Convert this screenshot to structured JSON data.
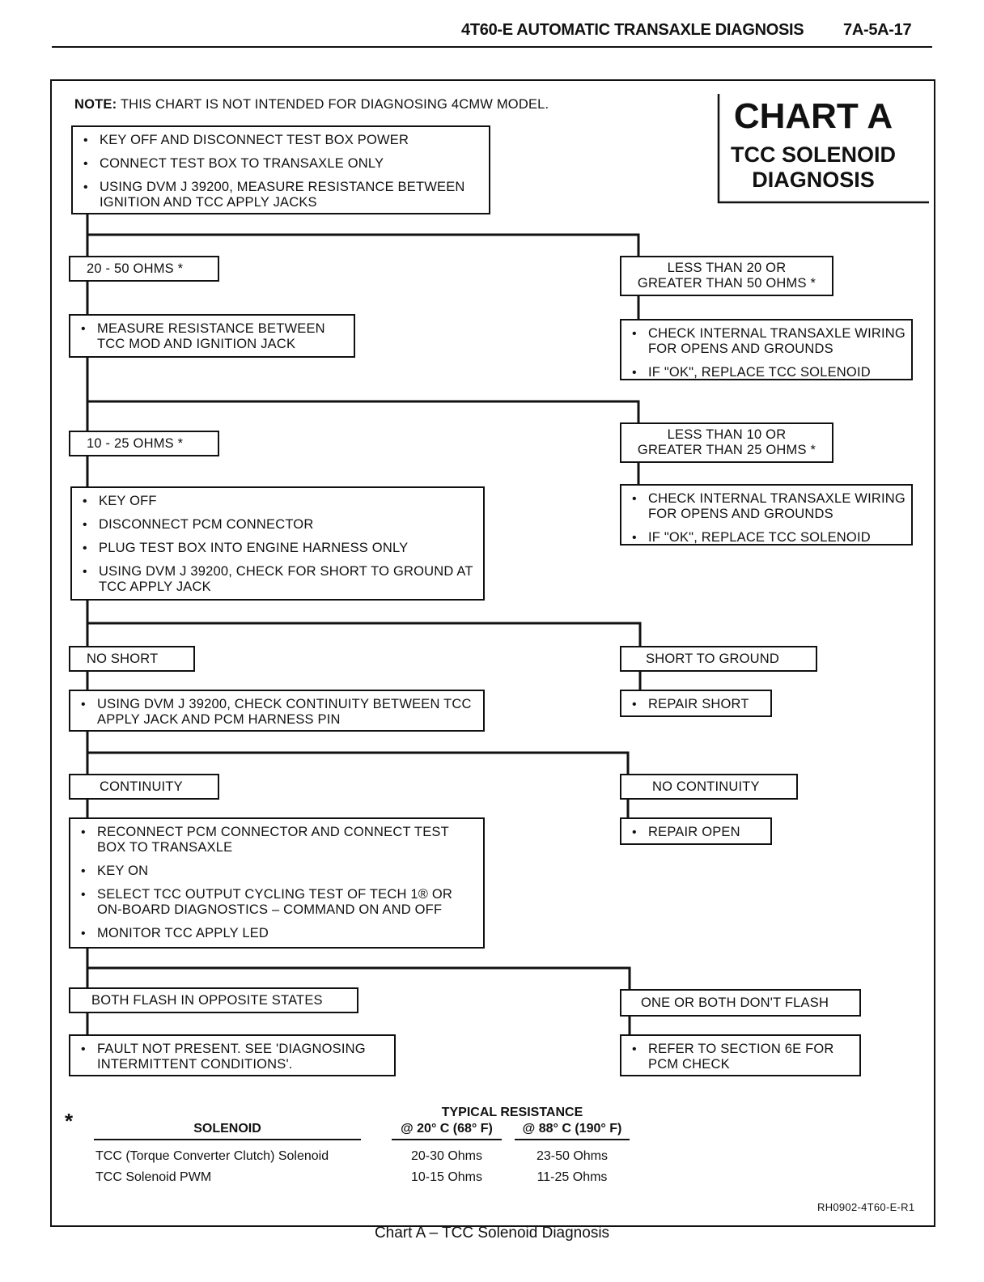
{
  "header": {
    "title": "4T60-E AUTOMATIC TRANSAXLE DIAGNOSIS",
    "page": "7A-5A-17"
  },
  "note": {
    "label": "NOTE:",
    "text": "THIS CHART IS NOT INTENDED FOR DIAGNOSING 4CMW MODEL."
  },
  "chart": {
    "title": "CHART A",
    "subtitle_1": "TCC SOLENOID",
    "subtitle_2": "DIAGNOSIS"
  },
  "steps": {
    "s1": [
      "KEY OFF AND DISCONNECT TEST BOX POWER",
      "CONNECT TEST BOX TO TRANSAXLE ONLY",
      "USING DVM J 39200, MEASURE RESISTANCE BETWEEN IGNITION AND TCC APPLY JACKS"
    ],
    "r1_left": "20 - 50 OHMS *",
    "r1_right_1": "LESS THAN 20 OR",
    "r1_right_2": "GREATER THAN 50 OHMS *",
    "s2_left": [
      "MEASURE RESISTANCE BETWEEN TCC MOD AND IGNITION JACK"
    ],
    "s2_right": [
      "CHECK INTERNAL TRANSAXLE WIRING FOR OPENS AND GROUNDS",
      "IF \"OK\", REPLACE TCC SOLENOID"
    ],
    "r2_left": "10 - 25 OHMS *",
    "r2_right_1": "LESS THAN 10 OR",
    "r2_right_2": "GREATER THAN 25 OHMS *",
    "s3_left": [
      "KEY OFF",
      "DISCONNECT PCM CONNECTOR",
      "PLUG TEST BOX INTO ENGINE HARNESS ONLY",
      "USING DVM J 39200, CHECK FOR SHORT TO GROUND AT TCC APPLY JACK"
    ],
    "s3_right": [
      "CHECK INTERNAL TRANSAXLE WIRING FOR OPENS AND GROUNDS",
      "IF \"OK\", REPLACE TCC SOLENOID"
    ],
    "r3_left": "NO SHORT",
    "r3_right": "SHORT TO GROUND",
    "s4_left": [
      "USING DVM J 39200, CHECK CONTINUITY BETWEEN TCC APPLY JACK AND PCM HARNESS PIN"
    ],
    "s4_right": [
      "REPAIR SHORT"
    ],
    "r4_left": "CONTINUITY",
    "r4_right": "NO CONTINUITY",
    "s5_left": [
      "RECONNECT PCM CONNECTOR AND CONNECT TEST BOX TO TRANSAXLE",
      "KEY ON",
      "SELECT TCC OUTPUT CYCLING TEST OF TECH 1® OR ON-BOARD DIAGNOSTICS – COMMAND ON AND OFF",
      "MONITOR TCC APPLY LED"
    ],
    "s5_right": [
      "REPAIR OPEN"
    ],
    "r5_left": "BOTH FLASH IN OPPOSITE STATES",
    "r5_right": "ONE OR BOTH DON'T FLASH",
    "s6_left": [
      "FAULT NOT PRESENT. SEE 'DIAGNOSING INTERMITTENT CONDITIONS'."
    ],
    "s6_right": [
      "REFER TO SECTION 6E FOR PCM  CHECK"
    ]
  },
  "table": {
    "asterisk": "*",
    "heading": "TYPICAL RESISTANCE",
    "col_solenoid": "SOLENOID",
    "col_20": "@ 20° C (68° F)",
    "col_88": "@ 88° C (190° F)",
    "rows": [
      {
        "name": "TCC (Torque Converter Clutch) Solenoid",
        "r20": "20-30 Ohms",
        "r88": "23-50 Ohms"
      },
      {
        "name": "TCC Solenoid PWM",
        "r20": "10-15 Ohms",
        "r88": "11-25 Ohms"
      }
    ]
  },
  "ref_code": "RH0902-4T60-E-R1",
  "caption": "Chart A – TCC Solenoid Diagnosis"
}
